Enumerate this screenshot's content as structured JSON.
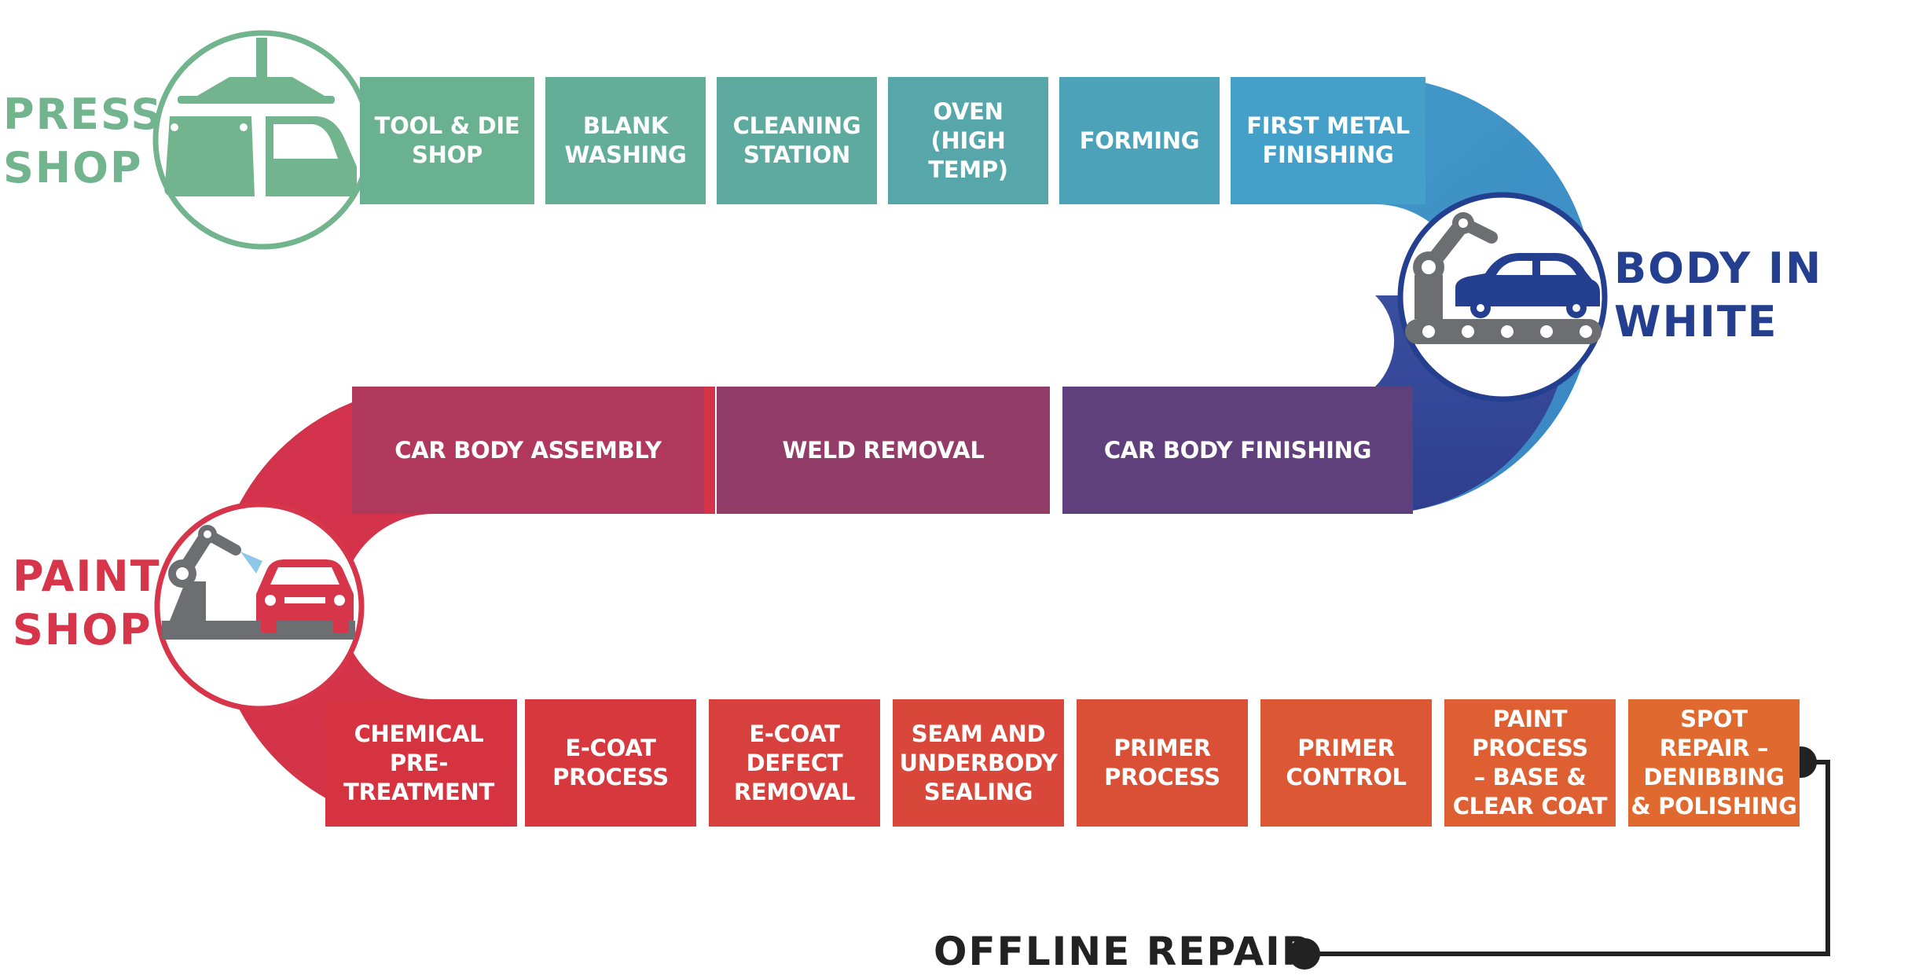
{
  "stages": {
    "press_shop": {
      "label": "PRESS\nSHOP",
      "color": "#72b48e"
    },
    "body_in_white": {
      "label": "BODY IN\nWHITE",
      "color": "#243f8f"
    },
    "paint_shop": {
      "label": "PAINT\nSHOP",
      "color": "#d7354a"
    }
  },
  "rows": {
    "press": [
      {
        "label": "TOOL & DIE\nSHOP",
        "color": "#69b190"
      },
      {
        "label": "BLANK\nWASHING",
        "color": "#64ae98"
      },
      {
        "label": "CLEANING\nSTATION",
        "color": "#5eaa9f"
      },
      {
        "label": "OVEN\n(HIGH TEMP)",
        "color": "#56a6aa"
      },
      {
        "label": "FORMING",
        "color": "#4ca2b8"
      },
      {
        "label": "FIRST METAL\nFINISHING",
        "color": "#449fc9"
      }
    ],
    "body": [
      {
        "label": "CAR BODY ASSEMBLY",
        "color": "#b0385c"
      },
      {
        "label": "WELD REMOVAL",
        "color": "#913d67"
      },
      {
        "label": "CAR BODY FINISHING",
        "color": "#5f3f7c"
      }
    ],
    "paint": [
      {
        "label": "CHEMICAL\nPRE-\nTREATMENT",
        "color": "#d5333f"
      },
      {
        "label": "E-COAT\nPROCESS",
        "color": "#d6383e"
      },
      {
        "label": "E-COAT\nDEFECT\nREMOVAL",
        "color": "#d7403c"
      },
      {
        "label": "SEAM AND\nUNDERBODY\nSEALING",
        "color": "#d8473a"
      },
      {
        "label": "PRIMER\nPROCESS",
        "color": "#da5037"
      },
      {
        "label": "PRIMER\nCONTROL",
        "color": "#dc5834"
      },
      {
        "label": "PAINT\nPROCESS\n– BASE &\nCLEAR COAT",
        "color": "#de6032"
      },
      {
        "label": "SPOT\nREPAIR –\nDENIBBING\n& POLISHING",
        "color": "#e0692f"
      }
    ]
  },
  "offline_repair": {
    "label": "OFFLINE REPAIR",
    "line_color": "#222222"
  },
  "icons": {
    "press": "press-machine-icon",
    "body": "welding-robot-conveyor-icon",
    "paint": "paint-robot-icon"
  }
}
